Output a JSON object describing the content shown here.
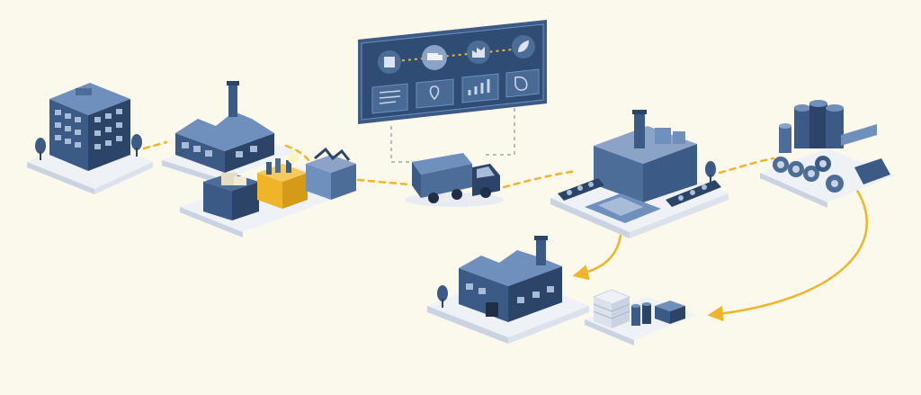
{
  "colors": {
    "background": "#fbf8ec",
    "navy": "#3b5a86",
    "navy_dark": "#2b4468",
    "navy_light": "#6f8fbd",
    "platform": "#eef2f7",
    "platform_side": "#c9d3e1",
    "accent": "#f0b429",
    "connector": "#8a94a3"
  },
  "dashboard": {
    "flow_icons": [
      "building-icon",
      "truck-icon",
      "factory-icon",
      "leaf-icon"
    ],
    "tiles": [
      "document-icon",
      "location-pin-icon",
      "bar-chart-icon",
      "eco-shield-icon"
    ]
  },
  "scene": {
    "stages": [
      "office-building",
      "factory",
      "waste-bins",
      "collection-truck",
      "recycling-plant",
      "material-storage",
      "manufacturing-plant",
      "recycled-products"
    ]
  }
}
